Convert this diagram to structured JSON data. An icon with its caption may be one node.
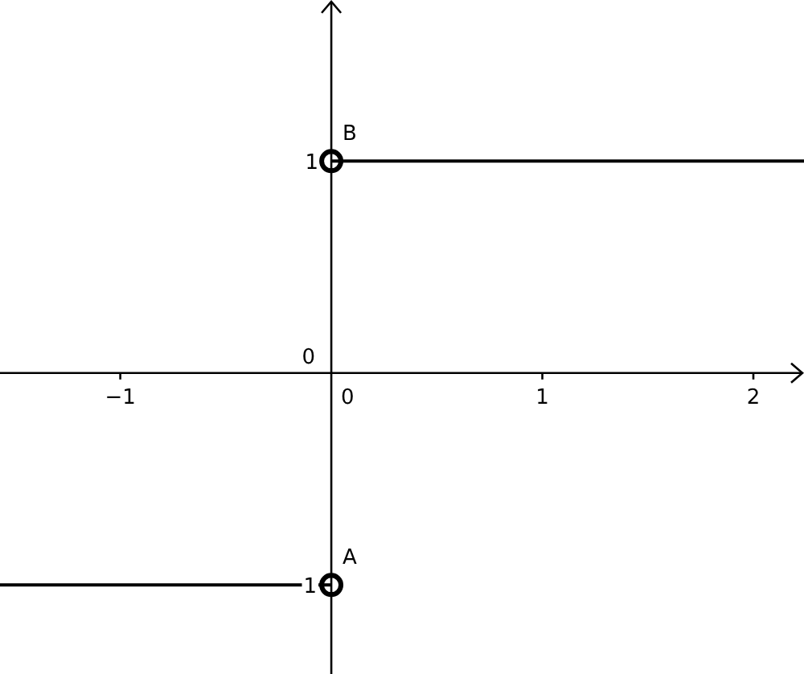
{
  "diagram": {
    "chart_data": {
      "type": "line",
      "x": [
        -1.57,
        0,
        2.24
      ],
      "series": [
        {
          "color": "#000000",
          "values": [
            -1,
            -1,
            null
          ]
        },
        {
          "color": "#000000",
          "values": [
            null,
            1,
            1
          ]
        }
      ],
      "xlim": [
        -1.57,
        2.24
      ],
      "ylim": [
        -1.42,
        1.76
      ],
      "xticks": [
        {
          "value": -1,
          "label": "−1"
        },
        1,
        2
      ],
      "yticks": [
        {
          "value": -1,
          "label": "1"
        },
        1
      ],
      "annotations": [
        {
          "x": 0,
          "y": -1,
          "text": "A"
        },
        {
          "x": 0,
          "y": 1,
          "text": "B"
        }
      ]
    },
    "labels": [
      "0",
      "0"
    ]
  }
}
